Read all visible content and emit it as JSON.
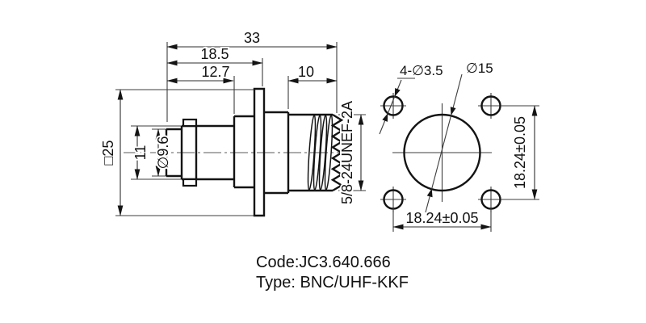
{
  "title_block": {
    "code": "Code:JC3.640.666",
    "type": "Type: BNC/UHF-KKF"
  },
  "side_view": {
    "total_length": "33",
    "length_to_flange_back": "18.5",
    "bnc_section_length": "12.7",
    "thread_section_length": "10",
    "flange_square": "□25",
    "coupling_od": "11",
    "bore_dia": "∅9.6",
    "thread_spec": "5/8-24UNEF-2A"
  },
  "front_view": {
    "mounting_holes": "4-∅3.5",
    "center_hole_dia": "∅15",
    "hole_spacing_horizontal": "18.24±0.05",
    "hole_spacing_vertical": "18.24±0.05"
  },
  "colors": {
    "outline": "#141414",
    "thin_line": "#3c3c3c",
    "background": "#ffffff"
  }
}
